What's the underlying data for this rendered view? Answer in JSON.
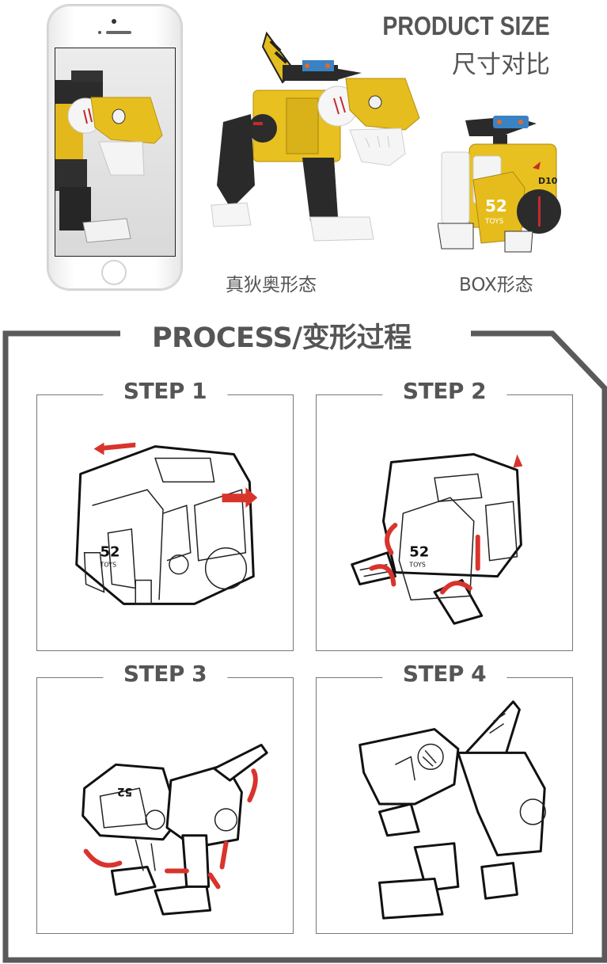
{
  "product_size": {
    "title_en": "PRODUCT SIZE",
    "title_cn": "尺寸对比",
    "forms": [
      {
        "caption": "真狄奥形态"
      },
      {
        "caption": "BOX形态"
      }
    ]
  },
  "process": {
    "title": "PROCESS/变形过程",
    "steps": [
      {
        "label": "STEP 1"
      },
      {
        "label": "STEP 2"
      },
      {
        "label": "STEP 3"
      },
      {
        "label": "STEP 4"
      }
    ]
  },
  "colors": {
    "text": "#555555",
    "frame": "#5a5a5a",
    "toy_yellow": "#e9c21e",
    "toy_black": "#2b2b2b",
    "arrow_red": "#d8342c",
    "accent_blue": "#3a82c4"
  }
}
